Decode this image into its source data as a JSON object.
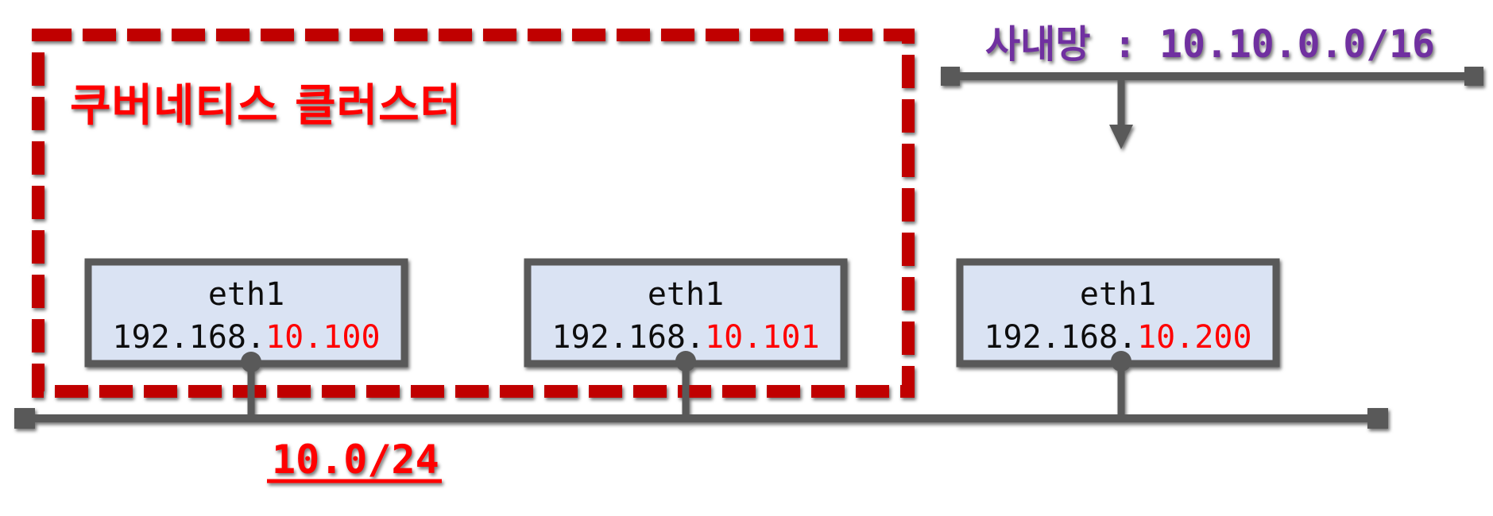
{
  "cluster": {
    "label": "쿠버네티스 클러스터"
  },
  "nodes": [
    {
      "interface": "eth1",
      "ip_prefix": "192.168.",
      "ip_suffix": "10.100"
    },
    {
      "interface": "eth1",
      "ip_prefix": "192.168.",
      "ip_suffix": "10.101"
    },
    {
      "interface": "eth1",
      "ip_prefix": "192.168.",
      "ip_suffix": "10.200"
    }
  ],
  "node_network": {
    "label": "10.0/24"
  },
  "corp_network": {
    "label": "사내망 : 10.10.0.0/16"
  },
  "colors": {
    "cluster_border": "#c00000",
    "cluster_title": "#ff0000",
    "node_box_fill": "#dae3f3",
    "node_box_border": "#595959",
    "line": "#595959",
    "ip_base": "#0d0d0d",
    "ip_highlight": "#ff0000",
    "node_network_label": "#ff0000",
    "corp_network_label": "#7030a0"
  }
}
